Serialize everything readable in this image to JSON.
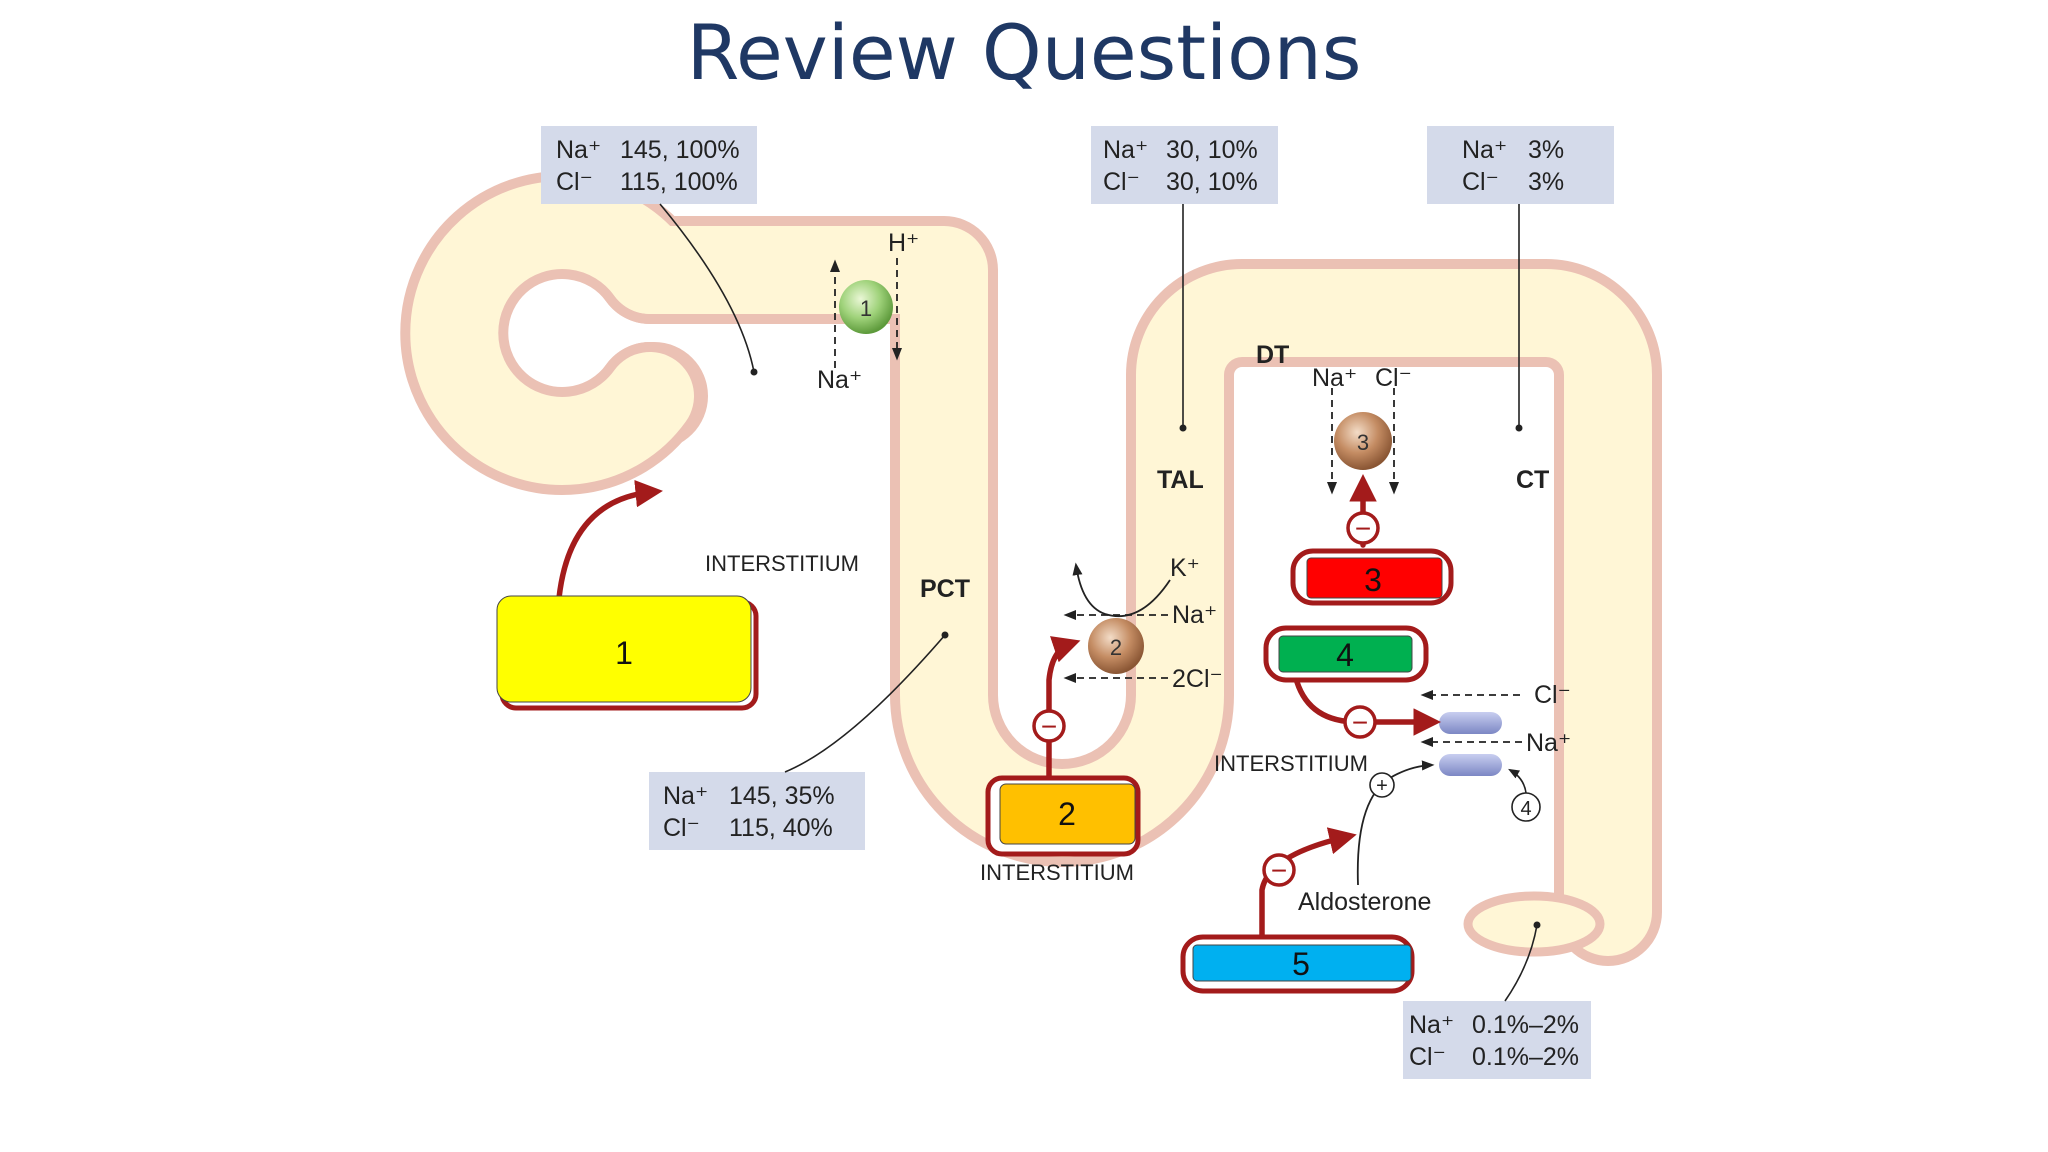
{
  "title": "Review Questions",
  "colors": {
    "title": "#1f3864",
    "tubule_fill": "#fff6d6",
    "tubule_wall": "#ebc1b4",
    "box_fill": "#d4daea",
    "arrow_red": "#a31b1b",
    "answer_1": "#ffff00",
    "answer_2": "#ffc000",
    "answer_3": "#ff0000",
    "answer_4": "#00b050",
    "answer_5": "#00b0f0"
  },
  "conc_boxes": {
    "glomerular": {
      "na_ion": "Na⁺",
      "na_val": "145, 100%",
      "cl_ion": "Cl⁻",
      "cl_val": "115, 100%"
    },
    "pct": {
      "na_ion": "Na⁺",
      "na_val": "145, 35%",
      "cl_ion": "Cl⁻",
      "cl_val": "115, 40%"
    },
    "tal": {
      "na_ion": "Na⁺",
      "na_val": "30, 10%",
      "cl_ion": "Cl⁻",
      "cl_val": "30, 10%"
    },
    "ct": {
      "na_ion": "Na⁺",
      "na_val": "3%",
      "cl_ion": "Cl⁻",
      "cl_val": "3%"
    },
    "end": {
      "na_ion": "Na⁺",
      "na_val": "0.1%–2%",
      "cl_ion": "Cl⁻",
      "cl_val": "0.1%–2%"
    }
  },
  "segments": {
    "pct": "PCT",
    "tal": "TAL",
    "dt": "DT",
    "ct": "CT"
  },
  "interstitium": "INTERSTITIUM",
  "transporters": {
    "t1": {
      "number": "1",
      "in_ion": "Na⁺",
      "out_ion": "H⁺"
    },
    "t2": {
      "number": "2",
      "k_ion": "K⁺",
      "na_ion": "Na⁺",
      "cl_ion": "2Cl⁻"
    },
    "t3": {
      "number": "3",
      "na_ion": "Na⁺",
      "cl_ion": "Cl⁻"
    },
    "t4": {
      "number": "4",
      "cl_ion": "Cl⁻",
      "na_ion": "Na⁺"
    }
  },
  "aldosterone": "Aldosterone",
  "answer_boxes": [
    "1",
    "2",
    "3",
    "4",
    "5"
  ],
  "signs": {
    "minus": "−",
    "plus": "+"
  }
}
